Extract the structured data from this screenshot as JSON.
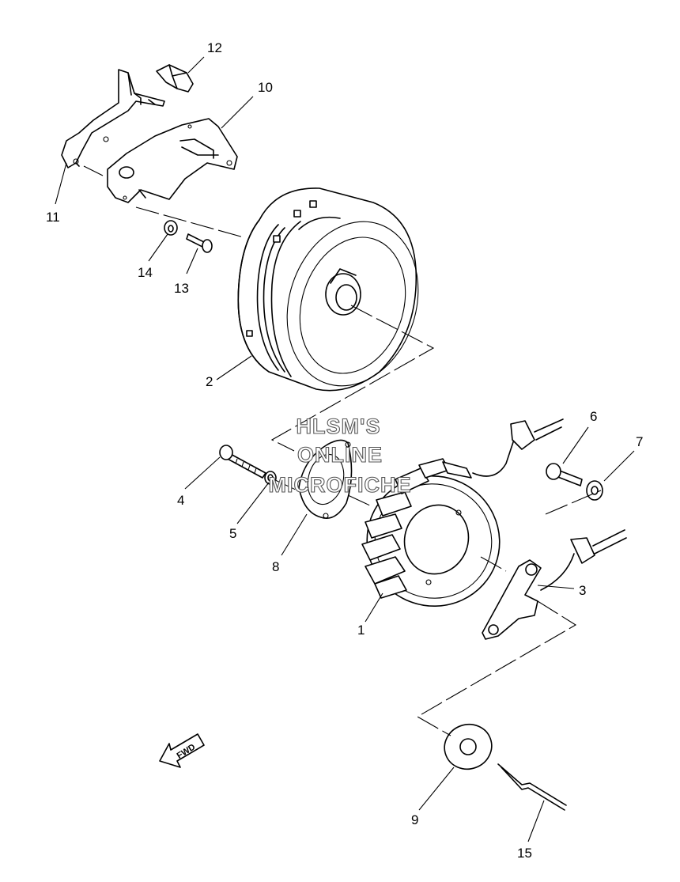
{
  "watermark": {
    "line1": "HLSM'S",
    "line2": "ONLINE",
    "line3": "MICROFICHE"
  },
  "direction_label": "FWD",
  "callouts": {
    "c1": "1",
    "c2": "2",
    "c3": "3",
    "c4": "4",
    "c5": "5",
    "c6": "6",
    "c7": "7",
    "c8": "8",
    "c9": "9",
    "c10": "10",
    "c11": "11",
    "c12": "12",
    "c13": "13",
    "c14": "14",
    "c15": "15"
  }
}
